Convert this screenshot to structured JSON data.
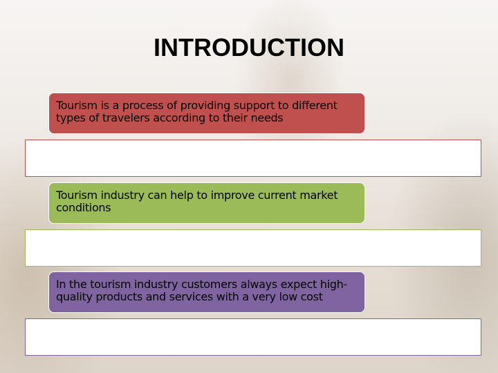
{
  "slide": {
    "title": "INTRODUCTION",
    "items": [
      {
        "text": "Tourism is a process of providing support to different types of travelers according to their needs",
        "color": "#c0504d"
      },
      {
        "text": "Tourism industry can help to improve current market conditions",
        "color": "#9bbb59"
      },
      {
        "text": "In the tourism industry customers always expect high-quality products and services with a very low cost",
        "color": "#8064a2"
      }
    ]
  }
}
